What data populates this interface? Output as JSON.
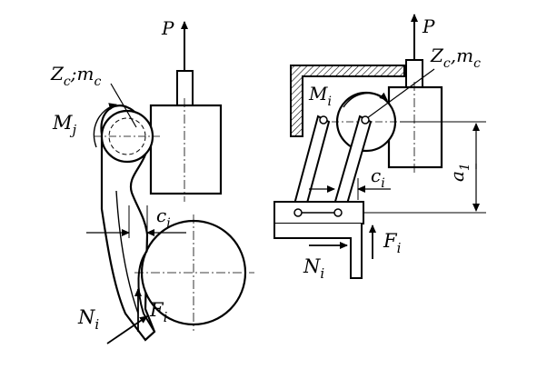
{
  "labels": {
    "P_left": "P",
    "zc_mc_left": "Z",
    "zc_mc_left_sub": "c",
    "zc_mc_left_rest": ";m",
    "zc_mc_left_sub2": "c",
    "Mj": "M",
    "Mj_sub": "j",
    "ci_left": "c",
    "ci_left_sub": "i",
    "Ni_left": "N",
    "Ni_left_sub": "i",
    "Fi_left": "F",
    "Fi_left_sub": "i",
    "P_right": "P",
    "zc_mc_right": "Z",
    "zc_mc_right_sub": "c",
    "zc_mc_right_rest": ",m",
    "zc_mc_right_sub2": "c",
    "Mi": "M",
    "Mi_sub": "i",
    "ci_right": "c",
    "ci_right_sub": "i",
    "a1": "a",
    "a1_sub": "1",
    "Ni_right": "N",
    "Ni_right_sub": "i",
    "Fi_right": "F",
    "Fi_right_sub": "i"
  },
  "colors": {
    "ink": "#000000",
    "paper": "#ffffff"
  }
}
